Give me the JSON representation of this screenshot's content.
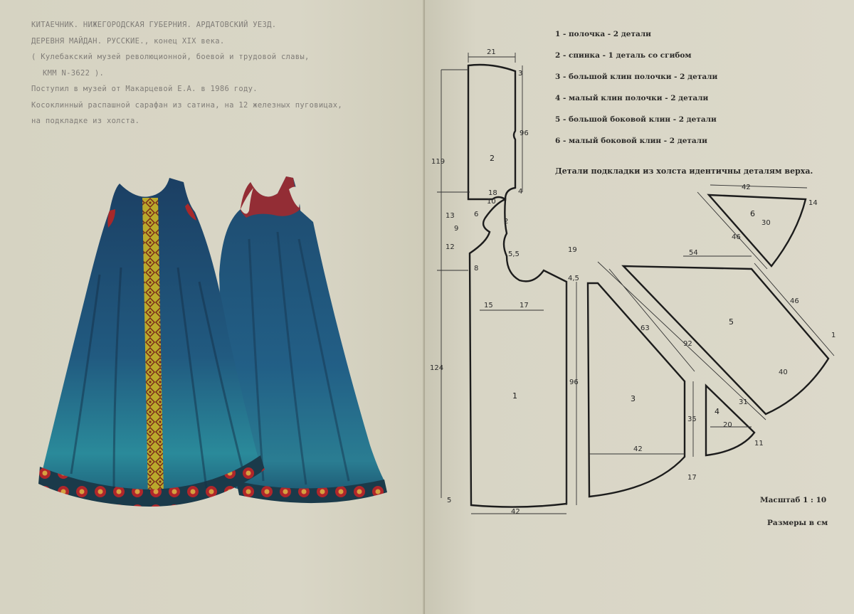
{
  "left_page": {
    "description_lines": [
      "КИТАЕЧНИК. НИЖЕГОРОДСКАЯ ГУБЕРНИЯ. АРДАТОВСКИЙ УЕЗД.",
      "ДЕРЕВНЯ МАЙДАН. РУССКИЕ., конец XIX века.",
      "( Кулебакский музей революционной, боевой и трудовой славы,",
      "КММ N-3622 ).",
      "Поступил в музей от Макарцевой Е.А. в 1986 году.",
      "Косоклинный распашной сарафан из сатина, на 12 железных пуговицах,",
      "на подкладке из холста."
    ]
  },
  "legend": {
    "items": [
      "1 - полочка - 2 детали",
      "2 - спинка - 1 деталь со сгибом",
      "3 - большой клин полочки - 2 детали",
      "4 - малый клин полочки - 2 детали",
      "5 - большой боковой клин - 2 детали",
      "6 - малый боковой клин - 2 детали"
    ],
    "note": "Детали подкладки из холста идентичны деталям верха."
  },
  "pattern": {
    "pieces": {
      "p1": "1",
      "p2": "2",
      "p3": "3",
      "p4": "4",
      "p5": "5",
      "p6": "6"
    },
    "dimensions": {
      "back_width": "21",
      "back_top": "3",
      "back_length": "96",
      "back_bottom": "4",
      "back_shoulder": "18",
      "back_armhole": "10",
      "total_upper": "119",
      "front_top_13": "13",
      "front_top_6": "6",
      "front_9": "9",
      "front_2": "2",
      "front_12": "12",
      "front_55": "5,5",
      "front_8": "8",
      "front_19": "19",
      "front_45": "4,5",
      "front_15": "15",
      "front_17": "17",
      "total_lower": "124",
      "front_length": "96",
      "front_bottom_width": "42",
      "front_hem": "5",
      "g3_top": "63",
      "g3_side": "35",
      "g3_width": "42",
      "g3_hem": "17",
      "g4_width": "20",
      "g4_side": "11",
      "g5_top": "54",
      "g5_long": "92",
      "g5_right": "46",
      "g5_small": "1",
      "g5_lower": "40",
      "g5_bottom": "31",
      "g6_top": "42",
      "g6_long": "46",
      "g6_inner": "30",
      "g6_side": "14"
    }
  },
  "footer": {
    "scale": "Масштаб 1 : 10",
    "units": "Размеры в см"
  },
  "colors": {
    "dress_blue": "#1f4f78",
    "dress_teal": "#2a8a9a",
    "braid_gold": "#b8a82a",
    "trim_red": "#b02a2a",
    "line_dark": "#1c1c1c"
  }
}
